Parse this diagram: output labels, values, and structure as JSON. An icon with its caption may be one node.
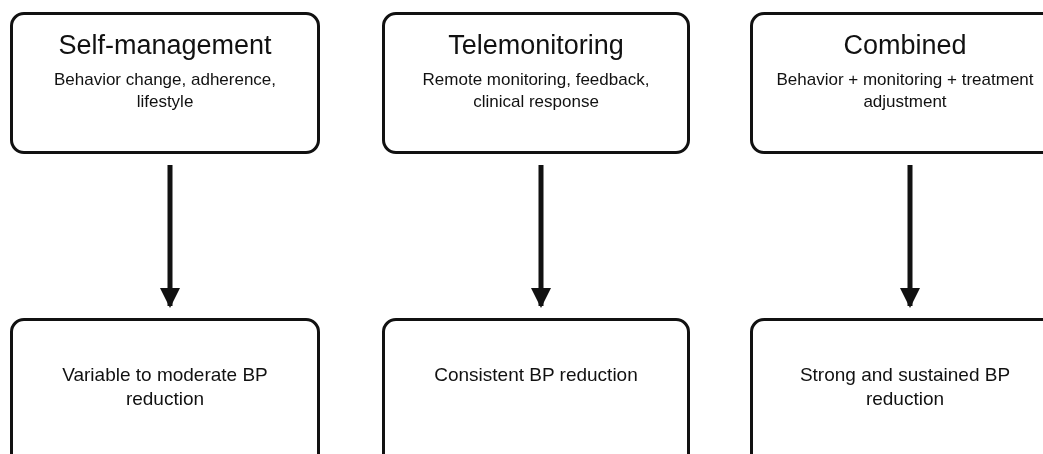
{
  "diagram": {
    "nodes": [
      {
        "text": [
          "Self-management",
          "Behavior change, adherence, lifestyle"
        ]
      },
      {
        "text": [
          "Telemonitoring",
          "Remote monitoring, feedback, clinical response"
        ]
      },
      {
        "text": [
          "Combined",
          "Behavior + monitoring + treatment adjustment"
        ]
      },
      {
        "text": [
          "Variable to moderate BP reduction"
        ]
      },
      {
        "text": [
          "Consistent BP reduction"
        ]
      },
      {
        "text": [
          "Strong and sustained BP reduction"
        ]
      }
    ],
    "edges": [
      {
        "from": 0,
        "to": 3,
        "arrow": "to"
      },
      {
        "from": 1,
        "to": 4,
        "arrow": "to"
      },
      {
        "from": 2,
        "to": 5,
        "arrow": "to"
      }
    ]
  }
}
